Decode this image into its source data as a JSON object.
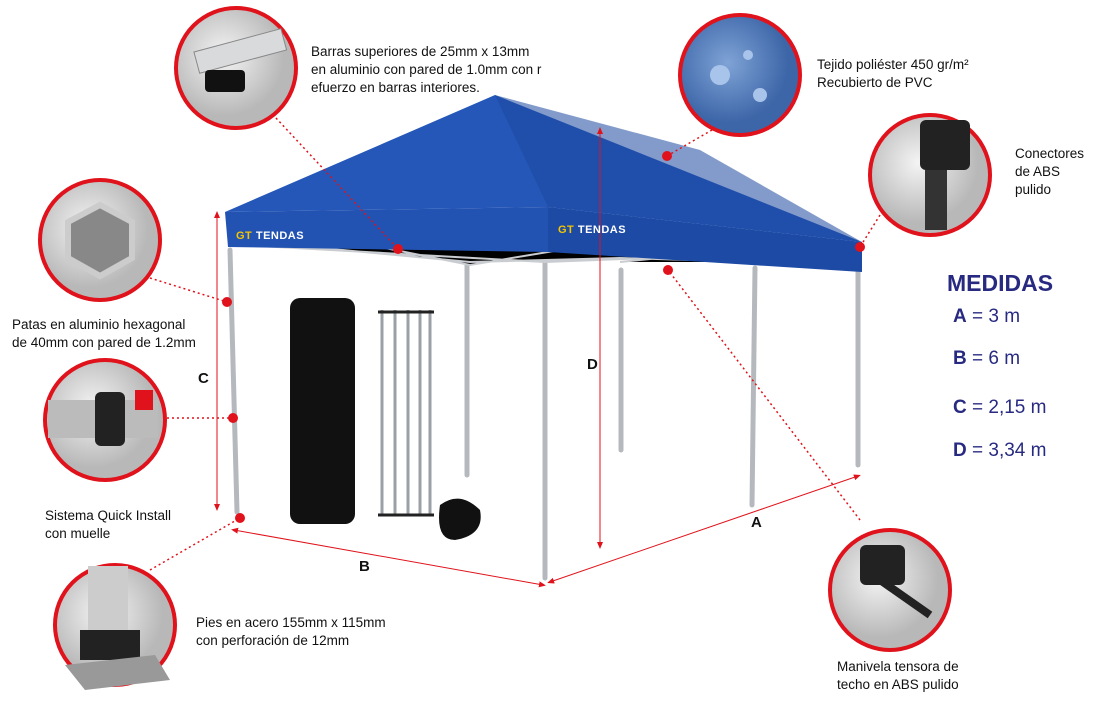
{
  "callouts": {
    "top_bars": "Barras superiores de 25mm x 13mm\nen aluminio con pared de 1.0mm con r\nefuerzo en barras interiores.",
    "fabric": "Tejido poliéster 450 gr/m²\nRecubierto de PVC",
    "connectors": "Conectores\nde ABS\npulido",
    "legs": "Patas en aluminio hexagonal\nde 40mm con pared de 1.2mm",
    "quick_install": "Sistema Quick Install\ncon muelle",
    "feet": "Pies en acero 155mm x 115mm\ncon perforación de 12mm",
    "crank": "Manivela tensora de\ntecho en ABS pulido"
  },
  "dimensions": {
    "a": "A",
    "b": "B",
    "c": "C",
    "d": "D"
  },
  "measures": {
    "title": "MEDIDAS",
    "items": [
      {
        "key": "A",
        "value": " = 3 m"
      },
      {
        "key": "B",
        "value": " = 6 m"
      },
      {
        "key": "C",
        "value": " = 2,15 m"
      },
      {
        "key": "D",
        "value": " = 3,34 m"
      }
    ]
  },
  "logo": {
    "gt": "GT",
    "name": "TENDAS"
  },
  "colors": {
    "accent_red": "#e0121b",
    "canopy_blue": "#1f4fb0",
    "measure_text": "#272a80"
  }
}
